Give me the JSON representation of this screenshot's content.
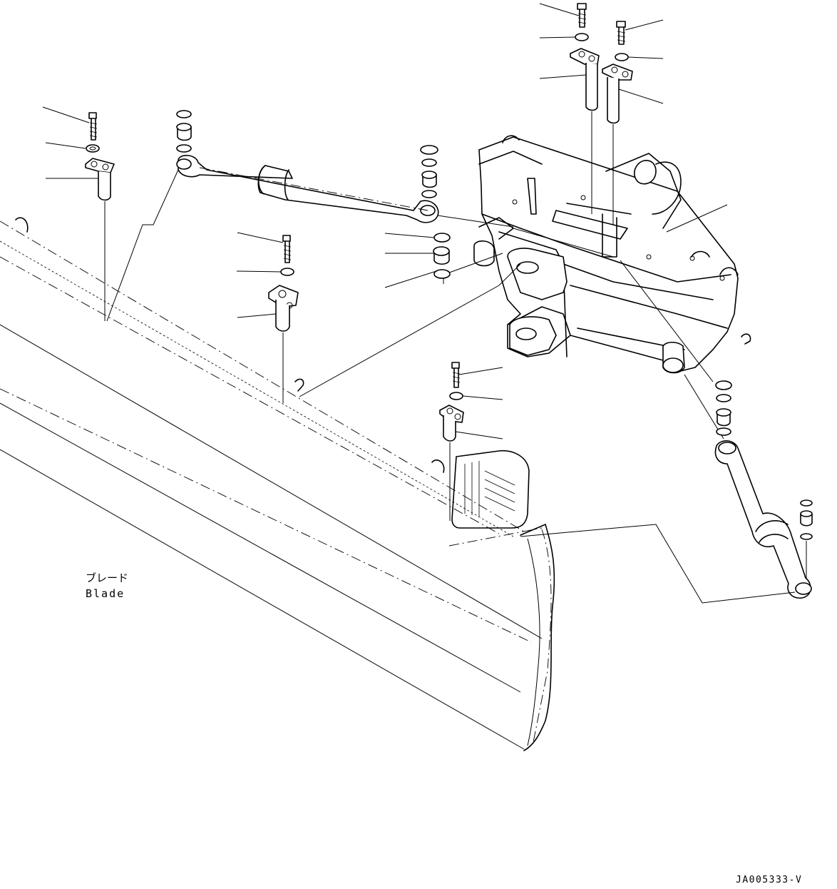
{
  "blade_label": {
    "jp": "ブレード",
    "en": "Blade"
  },
  "drawing_id": "JA005333-V"
}
